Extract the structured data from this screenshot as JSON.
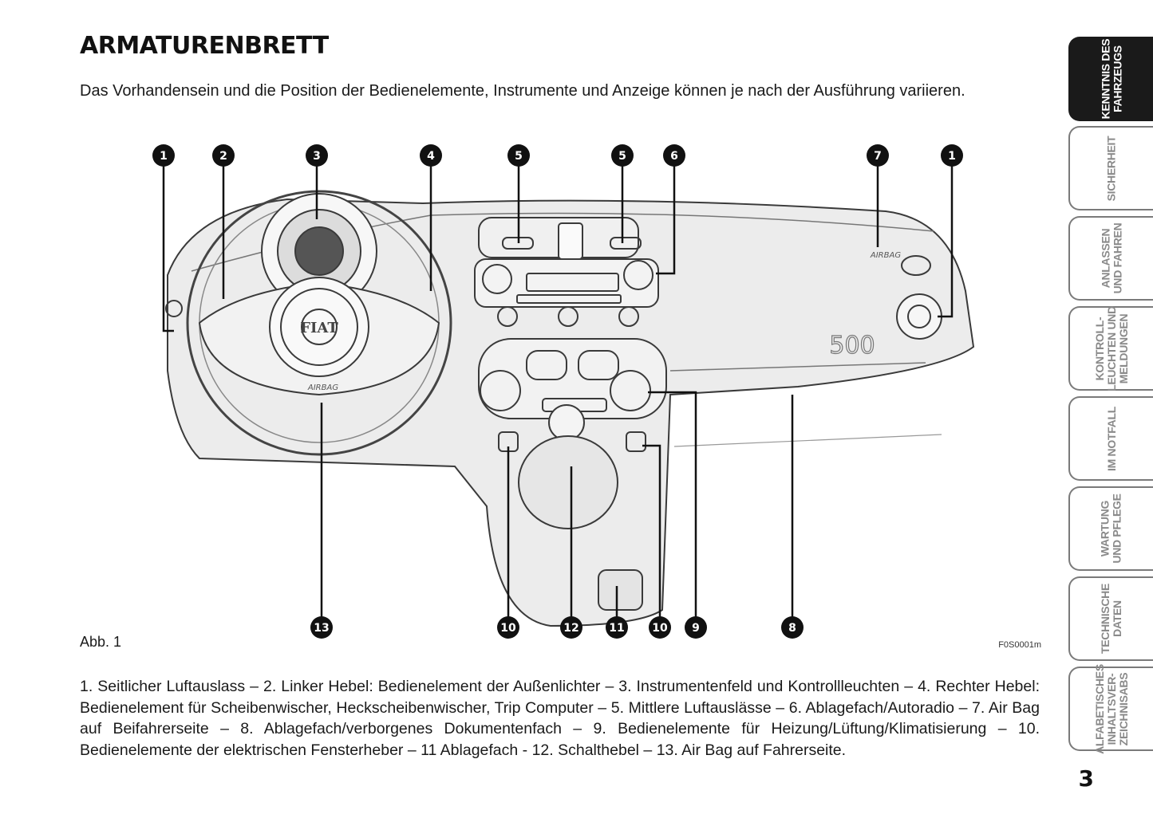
{
  "page": {
    "title": "ARMATURENBRETT",
    "intro": "Das Vorhandensein und die Position der Bedienelemente, Instrumente und Anzeige können je nach der Ausführung variieren.",
    "figure_caption": "Abb. 1",
    "figure_code": "F0S0001m",
    "legend": "1. Seitlicher Luftauslass – 2. Linker Hebel: Bedienelement der Außenlichter – 3. Instrumentenfeld und Kontrollleuchten – 4. Rechter Hebel: Bedienelement für Scheibenwischer, Heckscheibenwischer, Trip Computer – 5. Mittlere Luftauslässe – 6. Ablagefach/Autoradio – 7. Air Bag auf Beifahrerseite – 8. Ablagefach/verborgenes Dokumentenfach – 9. Bedienelemente für Heizung/Lüftung/Klimatisierung – 10. Bedienelemente der elektrischen Fensterheber – 11 Ablagefach - 12. Schalthebel – 13. Air Bag auf Fahrerseite.",
    "page_number": "3"
  },
  "figure": {
    "wheel_logo": "FIAT",
    "airbag_driver": "AIRBAG",
    "airbag_passenger": "AIRBAG",
    "dash_badge": "500",
    "top_markers": [
      "1",
      "2",
      "3",
      "4",
      "5",
      "5",
      "6",
      "7",
      "1"
    ],
    "bottom_markers": [
      "13",
      "10",
      "12",
      "11",
      "10",
      "9",
      "8"
    ]
  },
  "tabs": [
    {
      "label": "KENNTNIS DES\nFAHRZEUGS",
      "active": true
    },
    {
      "label": "SICHERHEIT",
      "active": false
    },
    {
      "label": "ANLASSEN\nUND FAHREN",
      "active": false
    },
    {
      "label": "KONTROLL-\nLEUCHTEN UND\nMELDUNGEN",
      "active": false
    },
    {
      "label": "IM NOTFALL",
      "active": false
    },
    {
      "label": "WARTUNG\nUND PFLEGE",
      "active": false
    },
    {
      "label": "TECHNISCHE\nDATEN",
      "active": false
    },
    {
      "label": "ALFABETISCHES\nINHALTSVER-\nZEICHNISABS",
      "active": false
    }
  ]
}
